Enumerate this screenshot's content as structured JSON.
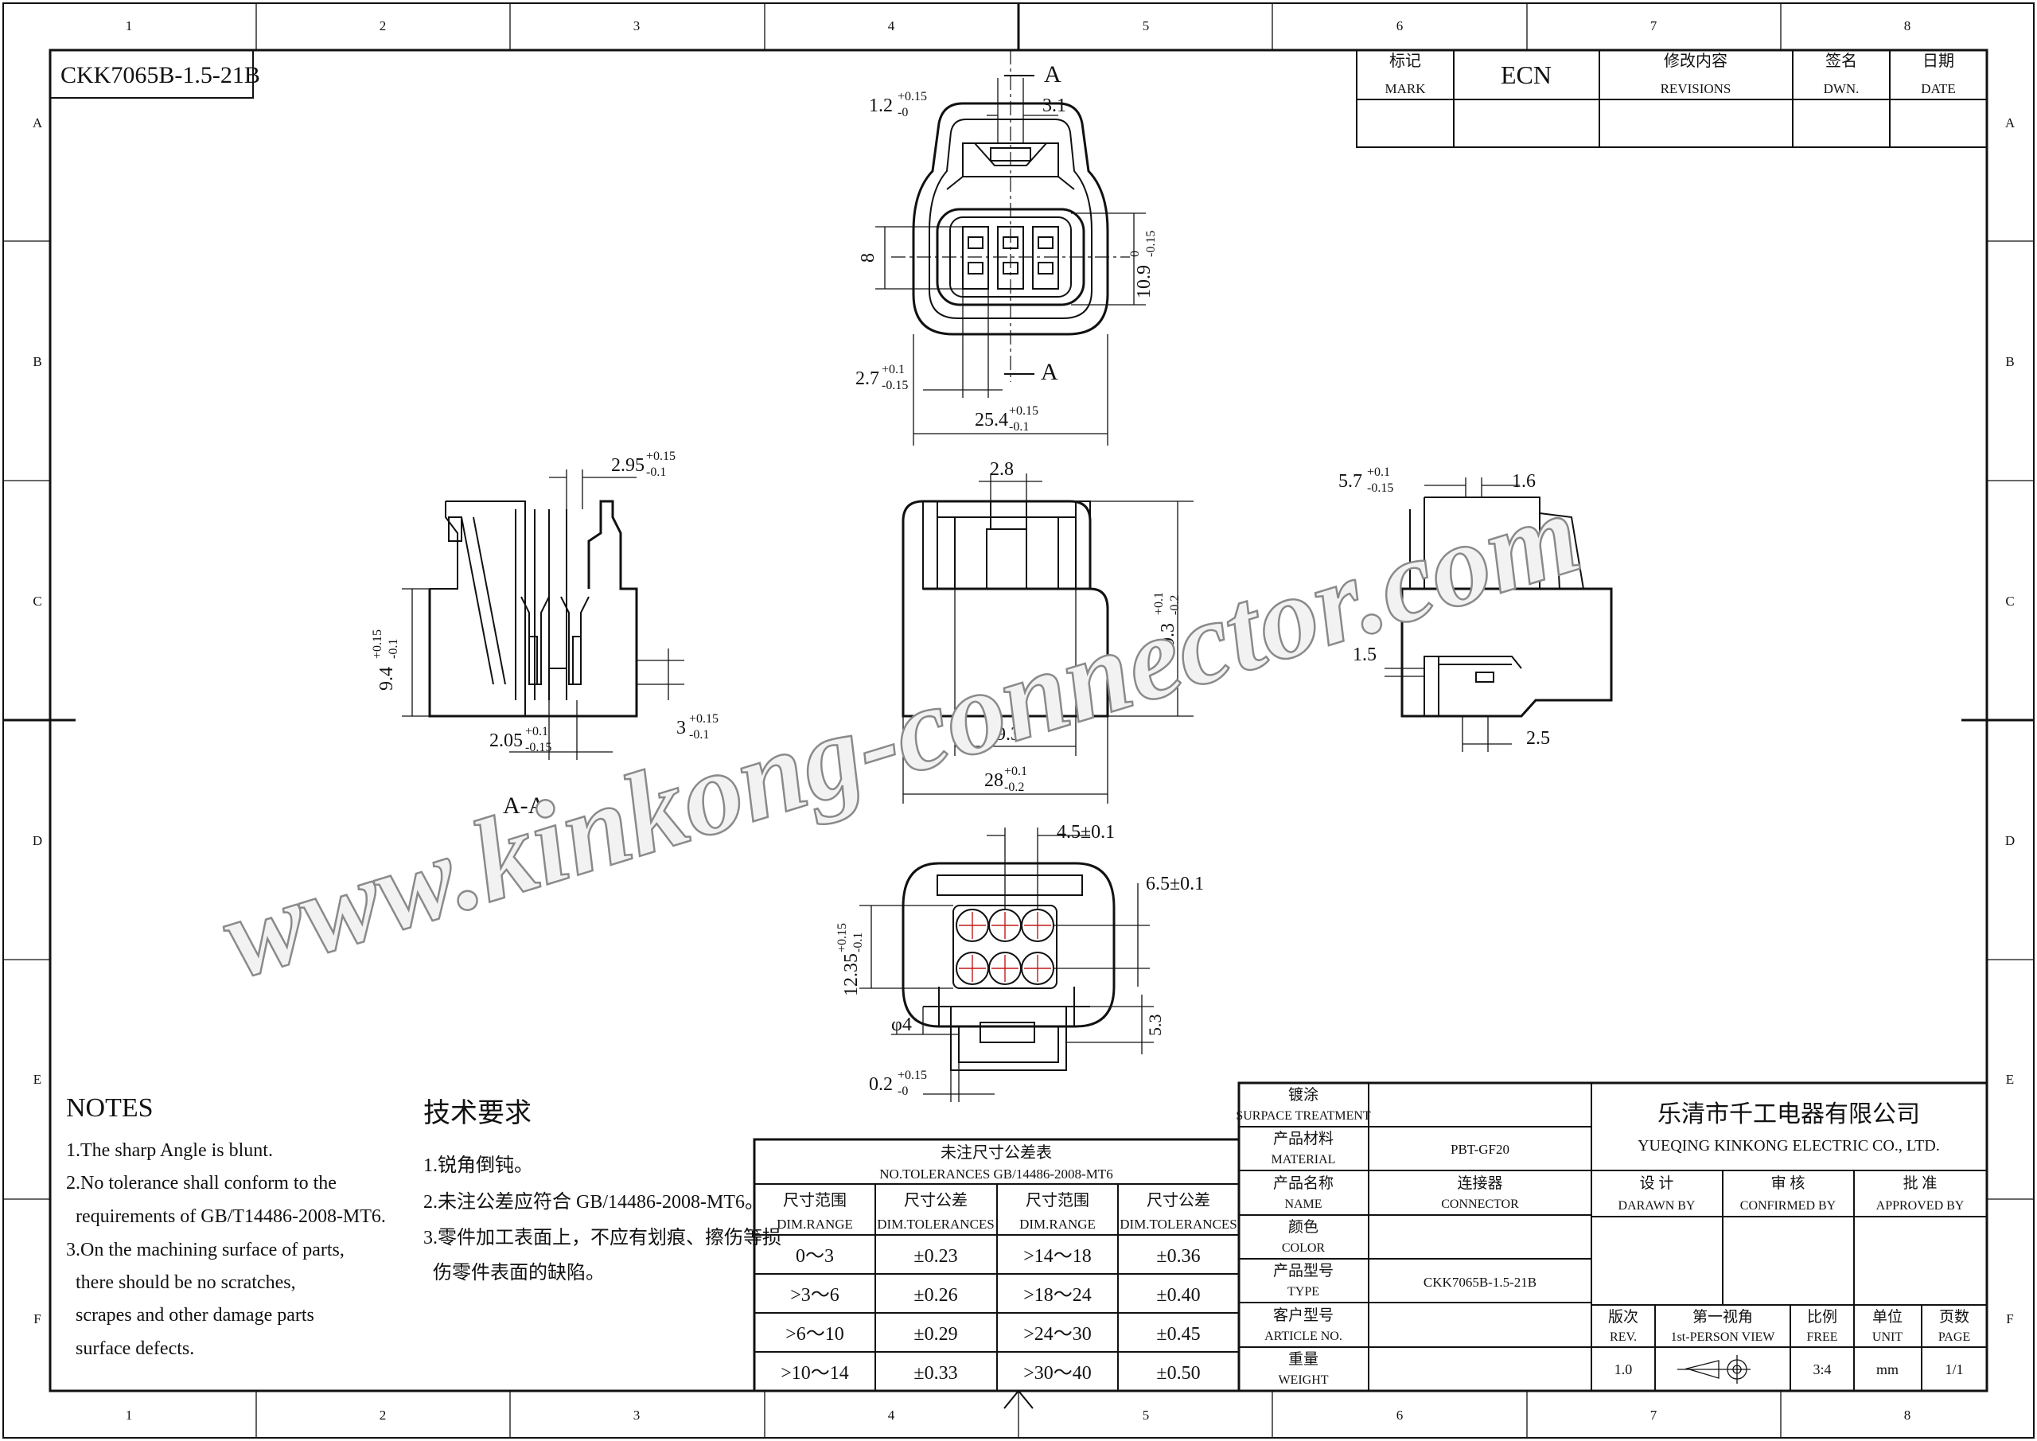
{
  "part_number": "CKK7065B-1.5-21B",
  "grid": {
    "columns": [
      "1",
      "2",
      "3",
      "4",
      "5",
      "6",
      "7",
      "8"
    ],
    "rows": [
      "A",
      "B",
      "C",
      "D",
      "E",
      "F"
    ]
  },
  "revision_block": {
    "headers": [
      {
        "cn": "标记",
        "en": "MARK"
      },
      {
        "cn": "ECN",
        "en": ""
      },
      {
        "cn": "修改内容",
        "en": "REVISIONS"
      },
      {
        "cn": "签名",
        "en": "DWN."
      },
      {
        "cn": "日期",
        "en": "DATE"
      }
    ]
  },
  "dimensions": {
    "front_top_left": "1.2",
    "front_top_left_tol_up": "+0.15",
    "front_top_left_tol_dn": "-0",
    "front_top_right": "3.1",
    "section_mark": "A",
    "front_height_left": "8",
    "front_height_right": "10.9",
    "front_height_right_tol_up": "0",
    "front_height_right_tol_dn": "-0.15",
    "front_bottom_small": "2.7",
    "front_bottom_small_tol_up": "+0.1",
    "front_bottom_small_tol_dn": "-0.15",
    "front_width": "25.4",
    "front_width_tol_up": "+0.15",
    "front_width_tol_dn": "-0.1",
    "section_top": "2.95",
    "section_top_tol_up": "+0.15",
    "section_top_tol_dn": "-0.1",
    "section_height": "9.4",
    "section_height_tol_up": "+0.15",
    "section_height_tol_dn": "-0.1",
    "section_bottom": "2.05",
    "section_bottom_tol_up": "+0.1",
    "section_bottom_tol_dn": "-0.15",
    "section_right": "3",
    "section_right_tol_up": "+0.15",
    "section_right_tol_dn": "-0.1",
    "section_label": "A-A",
    "side_top": "2.8",
    "side_height": "29.3",
    "side_height_tol_up": "+0.1",
    "side_height_tol_dn": "-0.2",
    "side_inner": "19.3",
    "side_width": "28",
    "side_width_tol_up": "+0.1",
    "side_width_tol_dn": "-0.2",
    "right_top_left": "5.7",
    "right_top_left_tol_up": "+0.1",
    "right_top_left_tol_dn": "-0.15",
    "right_top_right": "1.6",
    "right_small": "1.5",
    "right_bottom": "2.5",
    "rear_pitch": "4.5±0.1",
    "rear_right": "6.5±0.1",
    "rear_height": "12.35",
    "rear_height_tol_up": "+0.15",
    "rear_height_tol_dn": "-0.1",
    "rear_hole": "φ4",
    "rear_low": "5.3",
    "rear_bottom": "0.2",
    "rear_bottom_tol_up": "+0.15",
    "rear_bottom_tol_dn": "-0"
  },
  "watermark": "www.kinkong-connector.com",
  "notes_en": {
    "title": "NOTES",
    "items": [
      "1.The sharp Angle is blunt.",
      "2.No tolerance shall conform to the",
      "  requirements of GB/T14486-2008-MT6.",
      "3.On the machining surface of parts,",
      "  there should be no scratches,",
      "  scrapes and other damage parts",
      "  surface defects."
    ]
  },
  "notes_cn": {
    "title": "技术要求",
    "items": [
      "1.锐角倒钝。",
      "2.未注公差应符合 GB/14486-2008-MT6。",
      "3.零件加工表面上，不应有划痕、擦伤等损",
      "  伤零件表面的缺陷。"
    ]
  },
  "tolerance_table": {
    "title_cn": "未注尺寸公差表",
    "title_en": "NO.TOLERANCES GB/14486-2008-MT6",
    "headers": [
      {
        "cn": "尺寸范围",
        "en": "DIM.RANGE"
      },
      {
        "cn": "尺寸公差",
        "en": "DIM.TOLERANCES"
      },
      {
        "cn": "尺寸范围",
        "en": "DIM.RANGE"
      },
      {
        "cn": "尺寸公差",
        "en": "DIM.TOLERANCES"
      }
    ],
    "rows": [
      [
        "0～3",
        "±0.23",
        ">14～18",
        "±0.36"
      ],
      [
        ">3～6",
        "±0.26",
        ">18～24",
        "±0.40"
      ],
      [
        ">6～10",
        "±0.29",
        ">24～30",
        "±0.45"
      ],
      [
        ">10～14",
        "±0.33",
        ">30～40",
        "±0.50"
      ]
    ]
  },
  "title_block": {
    "fields": [
      {
        "cn": "镀涂",
        "en": "SURPACE TREATMENT",
        "value": ""
      },
      {
        "cn": "产品材料",
        "en": "MATERIAL",
        "value": "PBT-GF20"
      },
      {
        "cn": "产品名称",
        "en": "NAME",
        "value_cn": "连接器",
        "value": "CONNECTOR"
      },
      {
        "cn": "颜色",
        "en": "COLOR",
        "value": ""
      },
      {
        "cn": "产品型号",
        "en": "TYPE",
        "value": "CKK7065B-1.5-21B"
      },
      {
        "cn": "客户型号",
        "en": "ARTICLE NO.",
        "value": ""
      },
      {
        "cn": "重量",
        "en": "WEIGHT",
        "value": ""
      }
    ],
    "company_cn": "乐清市千工电器有限公司",
    "company_en": "YUEQING KINKONG ELECTRIC CO., LTD.",
    "approvals": [
      {
        "cn": "设 计",
        "en": "DARAWN BY"
      },
      {
        "cn": "审 核",
        "en": "CONFIRMED BY"
      },
      {
        "cn": "批 准",
        "en": "APPROVED BY"
      }
    ],
    "info_headers": [
      {
        "cn": "版次",
        "en": "REV."
      },
      {
        "cn": "第一视角",
        "en": "1st-PERSON VIEW"
      },
      {
        "cn": "比例",
        "en": "FREE"
      },
      {
        "cn": "单位",
        "en": "UNIT"
      },
      {
        "cn": "页数",
        "en": "PAGE"
      }
    ],
    "info_values": {
      "rev": "1.0",
      "scale": "3:4",
      "unit": "mm",
      "page": "1/1"
    }
  }
}
